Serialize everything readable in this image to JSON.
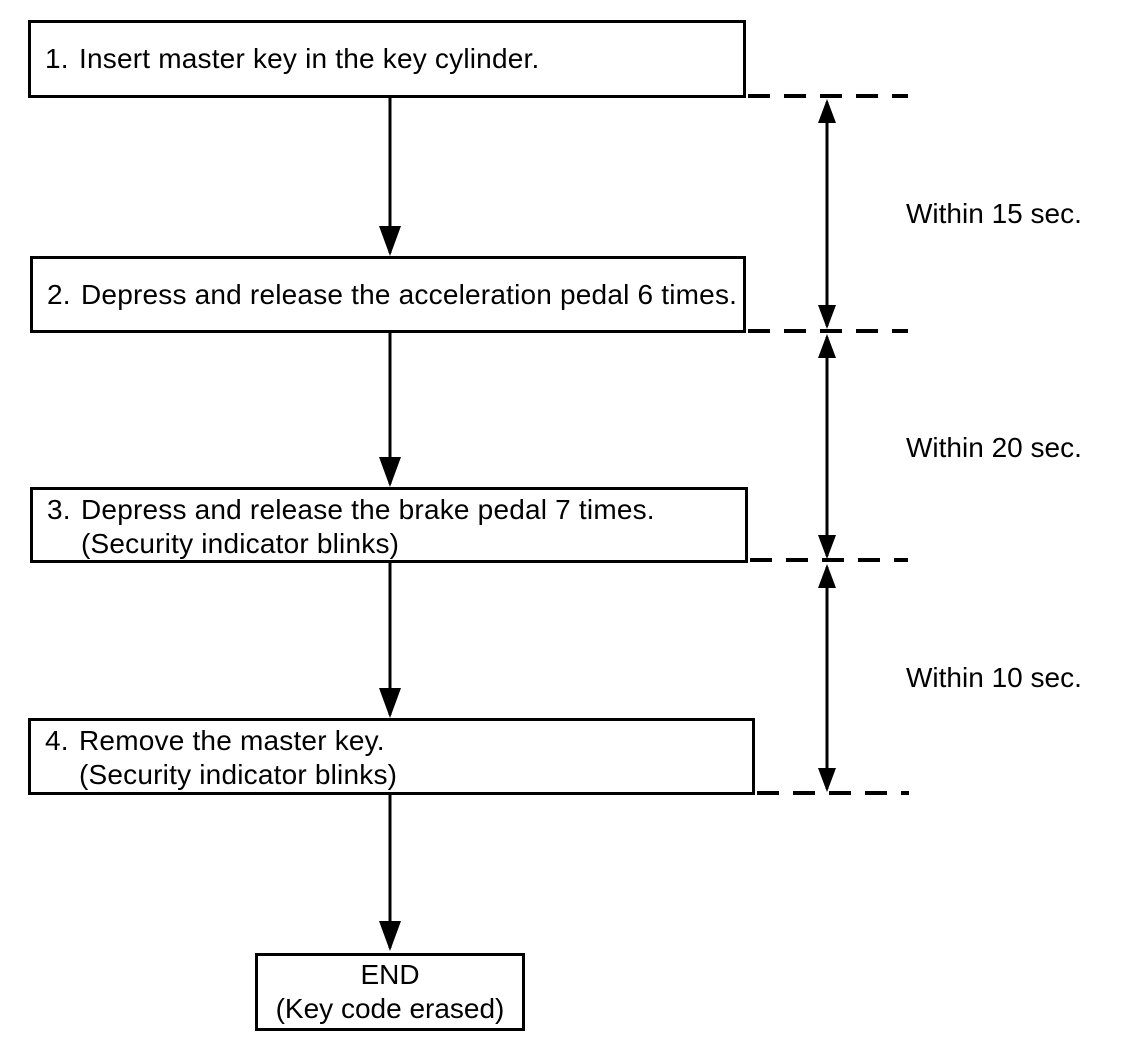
{
  "colors": {
    "ink": "#000000",
    "paper": "#ffffff"
  },
  "flowchart": {
    "steps": [
      {
        "number": "1.",
        "line1": "Insert master key in the key cylinder.",
        "line2": ""
      },
      {
        "number": "2.",
        "line1": "Depress and release the acceleration pedal 6 times.",
        "line2": ""
      },
      {
        "number": "3.",
        "line1": "Depress and release the brake pedal 7 times.",
        "line2": "(Security indicator blinks)"
      },
      {
        "number": "4.",
        "line1": "Remove the master key.",
        "line2": "(Security indicator blinks)"
      }
    ],
    "end": {
      "title": "END",
      "subtitle": "(Key code erased)"
    },
    "timings": [
      "Within 15 sec.",
      "Within 20 sec.",
      "Within 10 sec."
    ]
  }
}
